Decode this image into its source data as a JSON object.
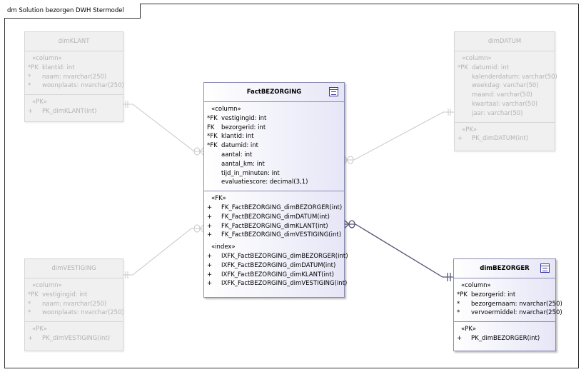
{
  "diagram_title": "dm Solution bezorgen DWH Stermodel",
  "entities": {
    "fact": {
      "name": "FactBEZORGING",
      "column_stereo": "«column»",
      "columns": [
        {
          "mark": "*FK",
          "text": "vestigingid: int"
        },
        {
          "mark": "FK",
          "text": "bezorgerid: int"
        },
        {
          "mark": "*FK",
          "text": "klantid: int"
        },
        {
          "mark": "*FK",
          "text": "datumid: int"
        },
        {
          "mark": "",
          "text": "aantal: int"
        },
        {
          "mark": "",
          "text": "aantal_km: int"
        },
        {
          "mark": "",
          "text": "tijd_in_minuten: int"
        },
        {
          "mark": "",
          "text": "evaluatiescore: decimal(3,1)"
        }
      ],
      "fk_stereo": "«FK»",
      "fks": [
        {
          "mark": "+",
          "text": "FK_FactBEZORGING_dimBEZORGER(int)"
        },
        {
          "mark": "+",
          "text": "FK_FactBEZORGING_dimDATUM(int)"
        },
        {
          "mark": "+",
          "text": "FK_FactBEZORGING_dimKLANT(int)"
        },
        {
          "mark": "+",
          "text": "FK_FactBEZORGING_dimVESTIGING(int)"
        }
      ],
      "index_stereo": "«index»",
      "indexes": [
        {
          "mark": "+",
          "text": "IXFK_FactBEZORGING_dimBEZORGER(int)"
        },
        {
          "mark": "+",
          "text": "IXFK_FactBEZORGING_dimDATUM(int)"
        },
        {
          "mark": "+",
          "text": "IXFK_FactBEZORGING_dimKLANT(int)"
        },
        {
          "mark": "+",
          "text": "IXFK_FactBEZORGING_dimVESTIGING(int)"
        }
      ]
    },
    "klant": {
      "name": "dimKLANT",
      "column_stereo": "«column»",
      "columns": [
        {
          "mark": "*PK",
          "text": "klantid: int"
        },
        {
          "mark": "*",
          "text": "naam: nvarchar(250)"
        },
        {
          "mark": "*",
          "text": "woonplaats: nvarchar(250)"
        }
      ],
      "pk_stereo": "«PK»",
      "pks": [
        {
          "mark": "+",
          "text": "PK_dimKLANT(int)"
        }
      ]
    },
    "datum": {
      "name": "dimDATUM",
      "column_stereo": "«column»",
      "columns": [
        {
          "mark": "*PK",
          "text": "datumid: int"
        },
        {
          "mark": "",
          "text": "kalenderdatum: varchar(50)"
        },
        {
          "mark": "",
          "text": "weekdag: varchar(50)"
        },
        {
          "mark": "",
          "text": "maand: varchar(50)"
        },
        {
          "mark": "",
          "text": "kwartaal: varchar(50)"
        },
        {
          "mark": "",
          "text": "jaar: varchar(50)"
        }
      ],
      "pk_stereo": "«PK»",
      "pks": [
        {
          "mark": "+",
          "text": "PK_dimDATUM(int)"
        }
      ]
    },
    "vestiging": {
      "name": "dimVESTIGING",
      "column_stereo": "«column»",
      "columns": [
        {
          "mark": "*PK",
          "text": "vestigingid: int"
        },
        {
          "mark": "*",
          "text": "naam: nvarchar(250)"
        },
        {
          "mark": "*",
          "text": "woonplaats: nvarchar(250)"
        }
      ],
      "pk_stereo": "«PK»",
      "pks": [
        {
          "mark": "+",
          "text": "PK_dimVESTIGING(int)"
        }
      ]
    },
    "bezorger": {
      "name": "dimBEZORGER",
      "column_stereo": "«column»",
      "columns": [
        {
          "mark": "*PK",
          "text": "bezorgerid: int"
        },
        {
          "mark": "*",
          "text": "bezorgernaam: nvarchar(250)"
        },
        {
          "mark": "*",
          "text": "vervoermiddel: nvarchar(250)"
        }
      ],
      "pk_stereo": "«PK»",
      "pks": [
        {
          "mark": "+",
          "text": "PK_dimBEZORGER(int)"
        }
      ]
    }
  }
}
